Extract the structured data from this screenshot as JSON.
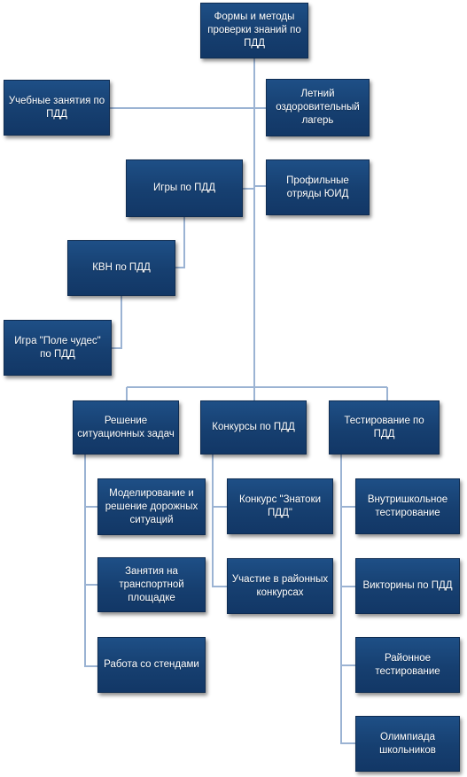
{
  "diagram": {
    "root": "Формы и методы проверки знаний по ПДД",
    "left_branch": {
      "lessons": "Учебные занятия по ПДД",
      "games": "Игры по ПДД",
      "kvn": "КВН по ПДД",
      "pole_chudes": "Игра \"Поле чудес\" по ПДД"
    },
    "right_branch": {
      "summer_camp": "Летний оздоровительный лагерь",
      "yuid_squads": "Профильные отряды ЮИД"
    },
    "columns": {
      "situational_tasks": {
        "title": "Решение ситуационных задач",
        "items": [
          "Моделирование и решение дорожных ситуаций",
          "Занятия на транспортной площадке",
          "Работа со стендами"
        ]
      },
      "contests": {
        "title": "Конкурсы по ПДД",
        "items": [
          "Конкурс \"Знатоки ПДД\"",
          "Участие в районных конкурсах"
        ]
      },
      "testing": {
        "title": "Тестирование по ПДД",
        "items": [
          "Внутришкольное тестирование",
          "Викторины по ПДД",
          "Районное тестирование",
          "Олимпиада школьников"
        ]
      }
    },
    "colors": {
      "box": "#1a4679",
      "line": "#9bb3d3"
    }
  }
}
